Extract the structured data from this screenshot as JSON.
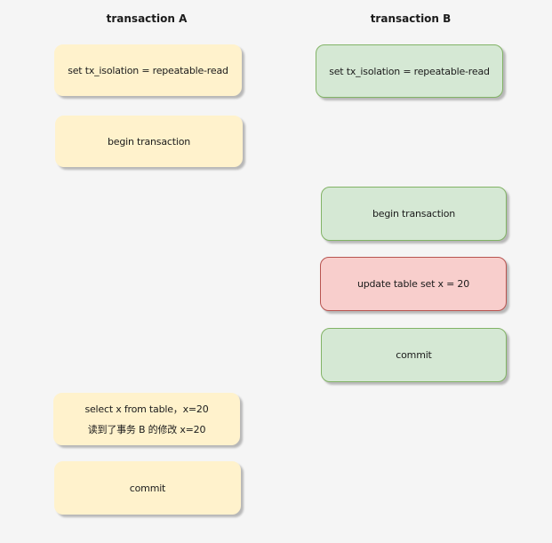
{
  "palette": {
    "background": "#f5f5f5",
    "text": "#1b1b1b",
    "yellow_fill": "#fff2cc",
    "green_fill": "#d5e8d4",
    "green_border": "#82b366",
    "red_fill": "#f8cecc",
    "red_border": "#b85450"
  },
  "transaction_a": {
    "header": "transaction A",
    "steps": [
      {
        "label": "set tx_isolation = repeatable-read"
      },
      {
        "label": "begin transaction"
      },
      {
        "lines": [
          "select x from table，x=20",
          "读到了事务 B 的修改 x=20"
        ]
      },
      {
        "label": "commit"
      }
    ]
  },
  "transaction_b": {
    "header": "transaction B",
    "steps": [
      {
        "label": "set tx_isolation = repeatable-read"
      },
      {
        "label": "begin transaction"
      },
      {
        "label": "update table set x = 20"
      },
      {
        "label": "commit"
      }
    ]
  }
}
